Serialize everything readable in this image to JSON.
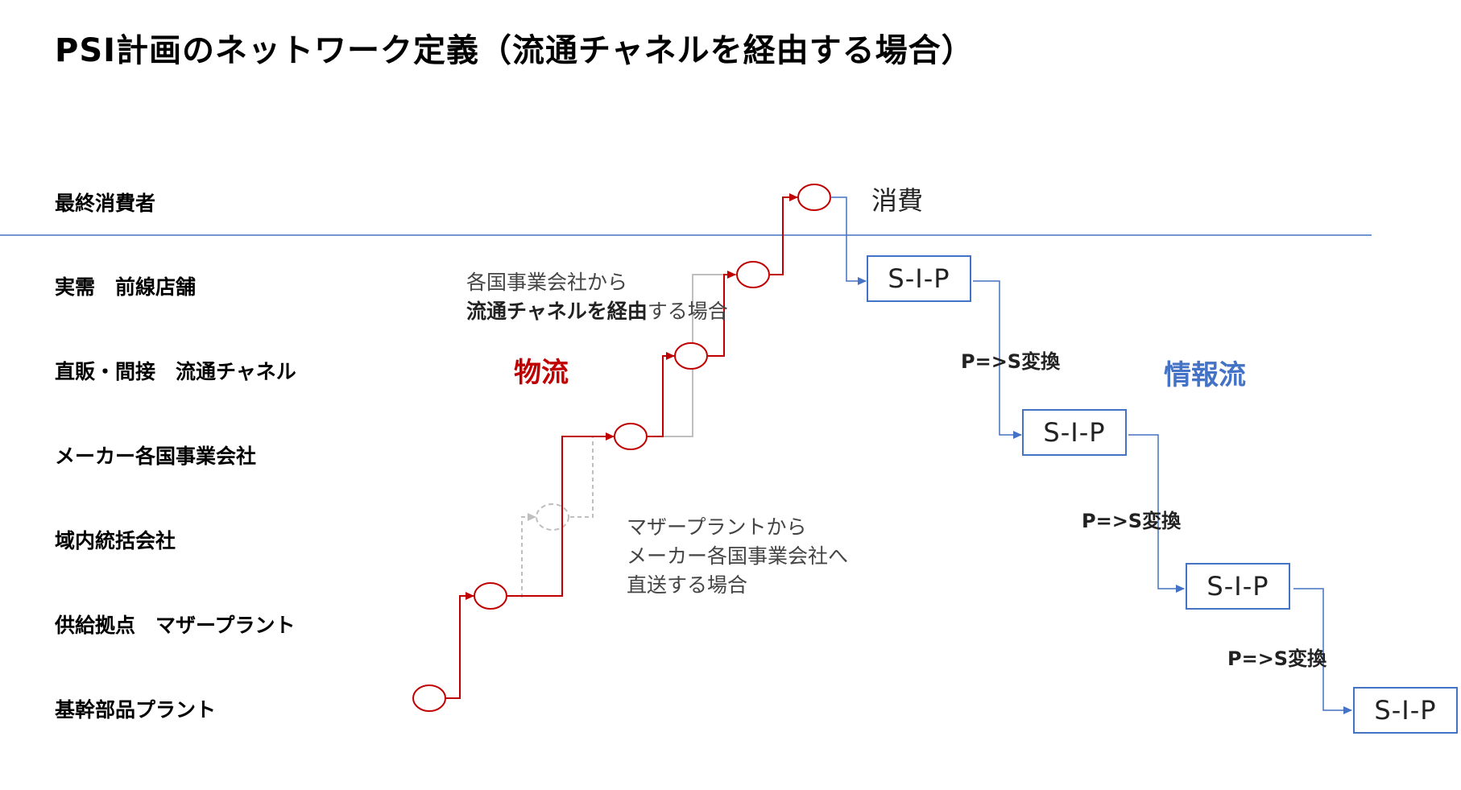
{
  "title": "PSI計画のネットワーク定義（流通チャネルを経由する場合）",
  "levels": [
    "最終消費者",
    "実需　前線店舗",
    "直販・間接　流通チャネル",
    "メーカー各国事業会社",
    "域内統括会社",
    "供給拠点　マザープラント",
    "基幹部品プラント"
  ],
  "annotations": {
    "channel_line1": "各国事業会社から",
    "channel_line2_bold": "流通チャネルを経由",
    "channel_line2_rest": "する場合",
    "direct_line1": "マザープラントから",
    "direct_line2": "メーカー各国事業会社へ",
    "direct_line3": "直送する場合"
  },
  "flows": {
    "physical": "物流",
    "information": "情報流"
  },
  "consumption_label": "消費",
  "sip_label": "S-I-P",
  "conversion_label": "P=>S変換",
  "colors": {
    "physical_flow": "#c00000",
    "information_flow": "#4472c4",
    "alternate_path": "#bfbfbf",
    "divider": "#4472c4"
  }
}
